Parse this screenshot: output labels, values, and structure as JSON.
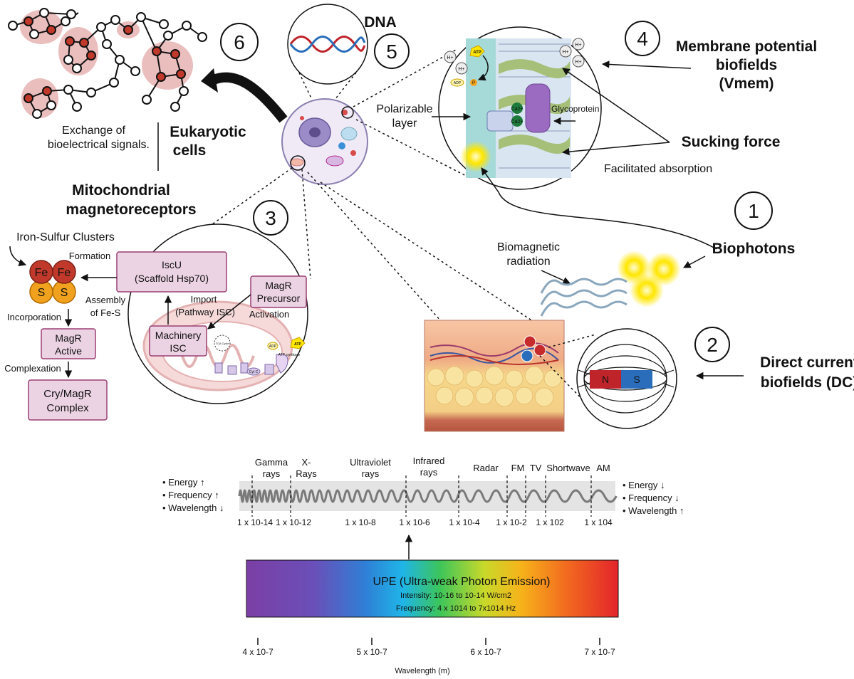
{
  "numbers": {
    "n1": "1",
    "n2": "2",
    "n3": "3",
    "n4": "4",
    "n5": "5",
    "n6": "6"
  },
  "labels": {
    "dna": "DNA",
    "membrane_potential_l1": "Membrane potential",
    "membrane_potential_l2": "biofields",
    "membrane_potential_l3": "(Vmem)",
    "sucking_force": "Sucking force",
    "facilitated_absorption": "Facilitated absorption",
    "polarizable_l1": "Polarizable",
    "polarizable_l2": "layer",
    "glycoprotein": "Glycoprotein",
    "biophotons": "Biophotons",
    "biomagnetic_l1": "Biomagnetic",
    "biomagnetic_l2": "radiation",
    "direct_current_l1": "Direct current",
    "direct_current_l2": "biofields (DC)",
    "eukaryotic_l1": "Eukaryotic",
    "eukaryotic_l2": "cells",
    "exchange_l1": "Exchange of",
    "exchange_l2": "bioelectrical signals.",
    "mito_l1": "Mitochondrial",
    "mito_l2": "magnetoreceptors",
    "iron_sulfur": "Iron-Sulfur Clusters",
    "formation": "Formation",
    "fe": "Fe",
    "s": "S",
    "assembly_l1": "Assembly",
    "assembly_l2": "of Fe-S",
    "incorporation": "Incorporation",
    "complexation": "Complexation",
    "iscu_l1": "IscU",
    "iscu_l2": "(Scaffold Hsp70)",
    "magr_active_l1": "MagR",
    "magr_active_l2": "Active",
    "cry_l1": "Cry/MagR",
    "cry_l2": "Complex",
    "import_l1": "Import",
    "import_l2": "(Pathway ISC)",
    "magr_prec_l1": "MagR",
    "magr_prec_l2": "Precursor",
    "activation": "Activation",
    "machinery_l1": "Machinery",
    "machinery_l2": "ISC",
    "tca_cycle": "TCA Cycle",
    "atp": "ATP",
    "adp": "ADP",
    "atp_synthase": "ATP synthase",
    "cyt_c": "Cyt C",
    "p": "P",
    "hplus": "H+",
    "ca2": "Ca2+",
    "magnet_n": "N",
    "magnet_s": "S"
  },
  "spectrum": {
    "left_props": [
      "• Energy ↑",
      "• Frequency ↑",
      "• Wavelength ↓"
    ],
    "right_props": [
      "• Energy ↓",
      "• Frequency ↓",
      "• Wavelength ↑"
    ],
    "bands": [
      {
        "l1": "Gamma",
        "l2": "rays"
      },
      {
        "l1": "X-",
        "l2": "Rays"
      },
      {
        "l1": "Ultraviolet",
        "l2": "rays"
      },
      {
        "l1": "Infrared",
        "l2": "rays"
      },
      {
        "l1": "Radar",
        "l2": ""
      },
      {
        "l1": "FM",
        "l2": ""
      },
      {
        "l1": "TV",
        "l2": ""
      },
      {
        "l1": "Shortwave",
        "l2": ""
      },
      {
        "l1": "AM",
        "l2": ""
      }
    ],
    "ticks": [
      "1 x 10-14",
      "1 x 10-12",
      "1 x 10-8",
      "1 x 10-6",
      "1 x 10-4",
      "1 x 10-2",
      "1 x 102",
      "1 x 104"
    ]
  },
  "upe": {
    "title": "UPE (Ultra-weak Photon Emission)",
    "intensity": "Intensity: 10-16 to 10-14 W/cm2",
    "frequency": "Frequency: 4 x 1014 to 7x1014 Hz"
  },
  "wavelength_axis": {
    "ticks": [
      "4 x 10-7",
      "5 x 10-7",
      "6 x 10-7",
      "7 x 10-7"
    ],
    "label": "Wavelength (m)"
  },
  "colors": {
    "box_fill": "#ecd3e4",
    "box_stroke": "#9b3f74",
    "fe_red": "#c0392b",
    "s_orange": "#f0a21e",
    "magnet_red": "#c0242b",
    "magnet_blue": "#2a6ebb",
    "biophoton": "#ffe600"
  }
}
